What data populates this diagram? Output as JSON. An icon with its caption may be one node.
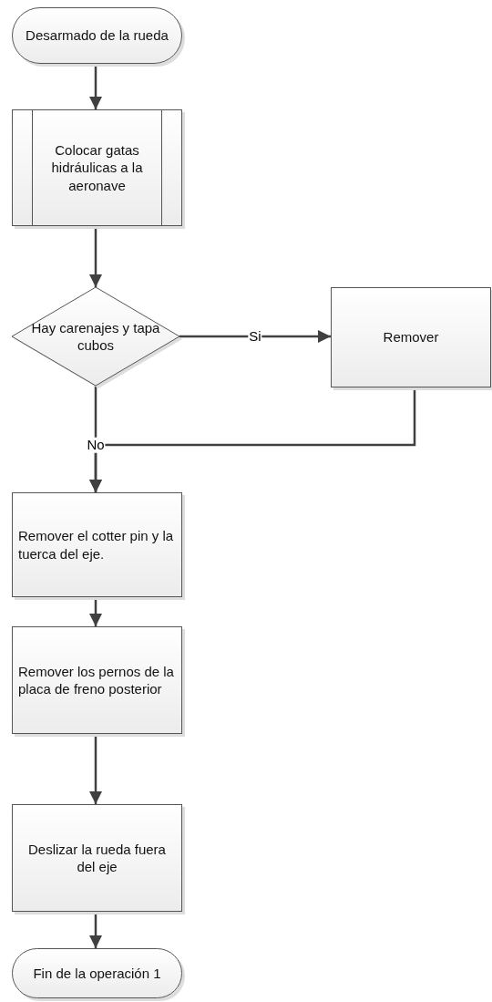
{
  "diagram": {
    "nodes": [
      {
        "text": [
          "Desarmado de la rueda"
        ]
      },
      {
        "text": [
          "Colocar gatas hidráulicas a la aeronave"
        ]
      },
      {
        "text": [
          "Hay carenajes y tapa cubos"
        ]
      },
      {
        "text": [
          "Remover"
        ]
      },
      {
        "text": [
          "Remover el cotter pin y la tuerca del eje."
        ]
      },
      {
        "text": [
          "Remover los pernos de la placa de freno posterior"
        ]
      },
      {
        "text": [
          "Deslizar la rueda fuera del eje"
        ]
      },
      {
        "text": [
          "Fin de la operación 1"
        ]
      }
    ],
    "edges": [
      {
        "from": 0,
        "to": 1,
        "arrow": "to"
      },
      {
        "from": 1,
        "to": 2,
        "arrow": "to"
      },
      {
        "from": 2,
        "to": 3,
        "arrow": "to",
        "label": "Si"
      },
      {
        "from": 2,
        "to": 4,
        "arrow": "to",
        "label": "No"
      },
      {
        "from": 3,
        "to": 4,
        "arrow": "to"
      },
      {
        "from": 4,
        "to": 5,
        "arrow": "to"
      },
      {
        "from": 5,
        "to": 6,
        "arrow": "to"
      },
      {
        "from": 6,
        "to": 7,
        "arrow": "to"
      }
    ]
  }
}
